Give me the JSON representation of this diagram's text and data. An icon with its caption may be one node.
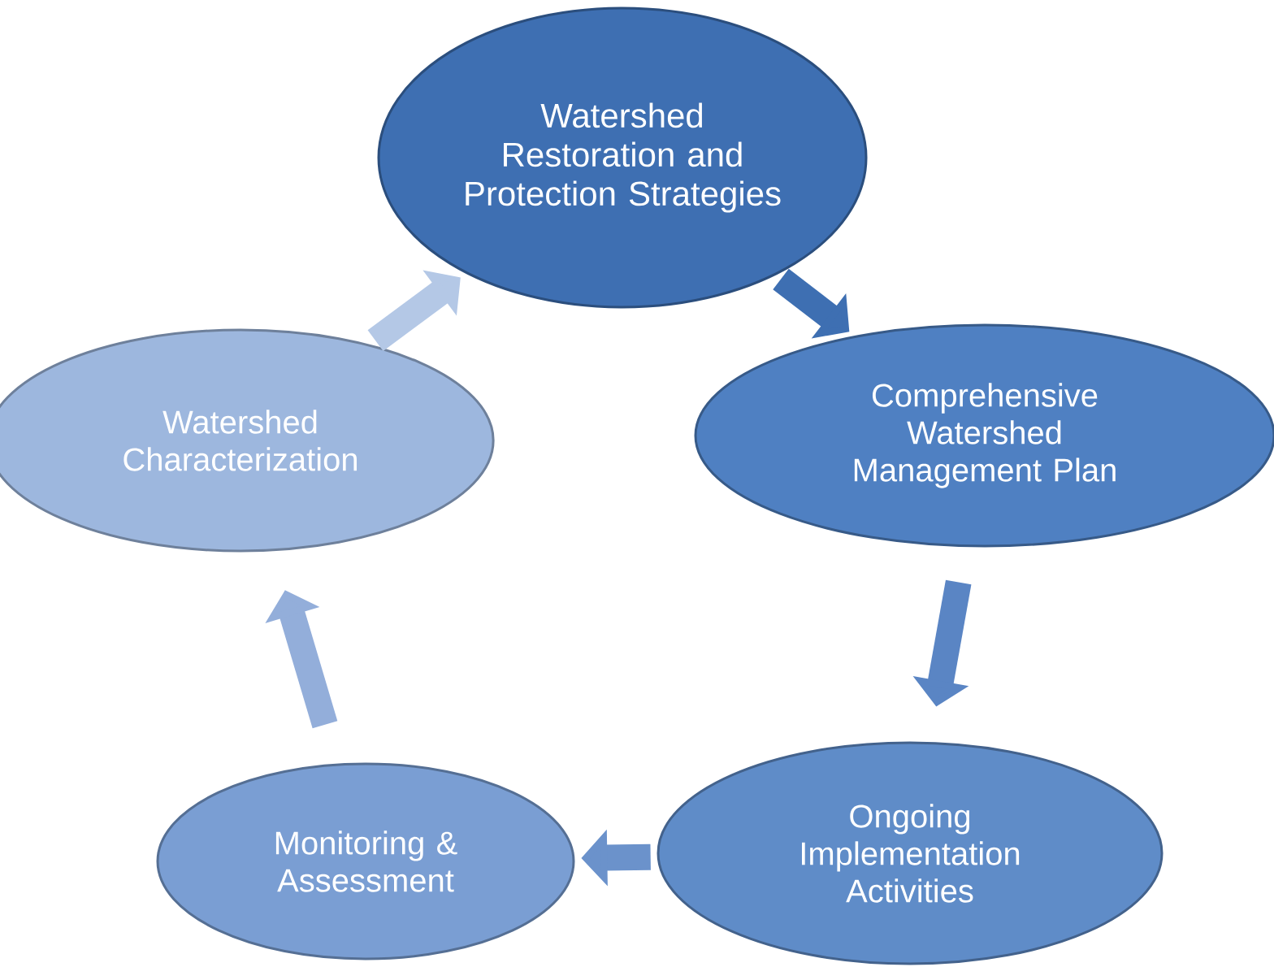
{
  "diagram": {
    "nodes": [
      {
        "text": [
          "Watershed Restoration and Protection Strategies"
        ]
      },
      {
        "text": [
          "Comprehensive Watershed Management Plan"
        ]
      },
      {
        "text": [
          "Ongoing Implementation Activities"
        ]
      },
      {
        "text": [
          "Monitoring & Assessment"
        ]
      },
      {
        "text": [
          "Watershed Characterization"
        ]
      }
    ],
    "edges": [
      {
        "from": 0,
        "to": 1,
        "arrow": "to",
        "color": "#3e6fb2"
      },
      {
        "from": 1,
        "to": 2,
        "arrow": "to",
        "color": "#5a85c4"
      },
      {
        "from": 2,
        "to": 3,
        "arrow": "to",
        "color": "#6b92cb"
      },
      {
        "from": 3,
        "to": 4,
        "arrow": "to",
        "color": "#93aeda"
      },
      {
        "from": 4,
        "to": 0,
        "arrow": "to",
        "color": "#b4c8e6"
      }
    ]
  }
}
